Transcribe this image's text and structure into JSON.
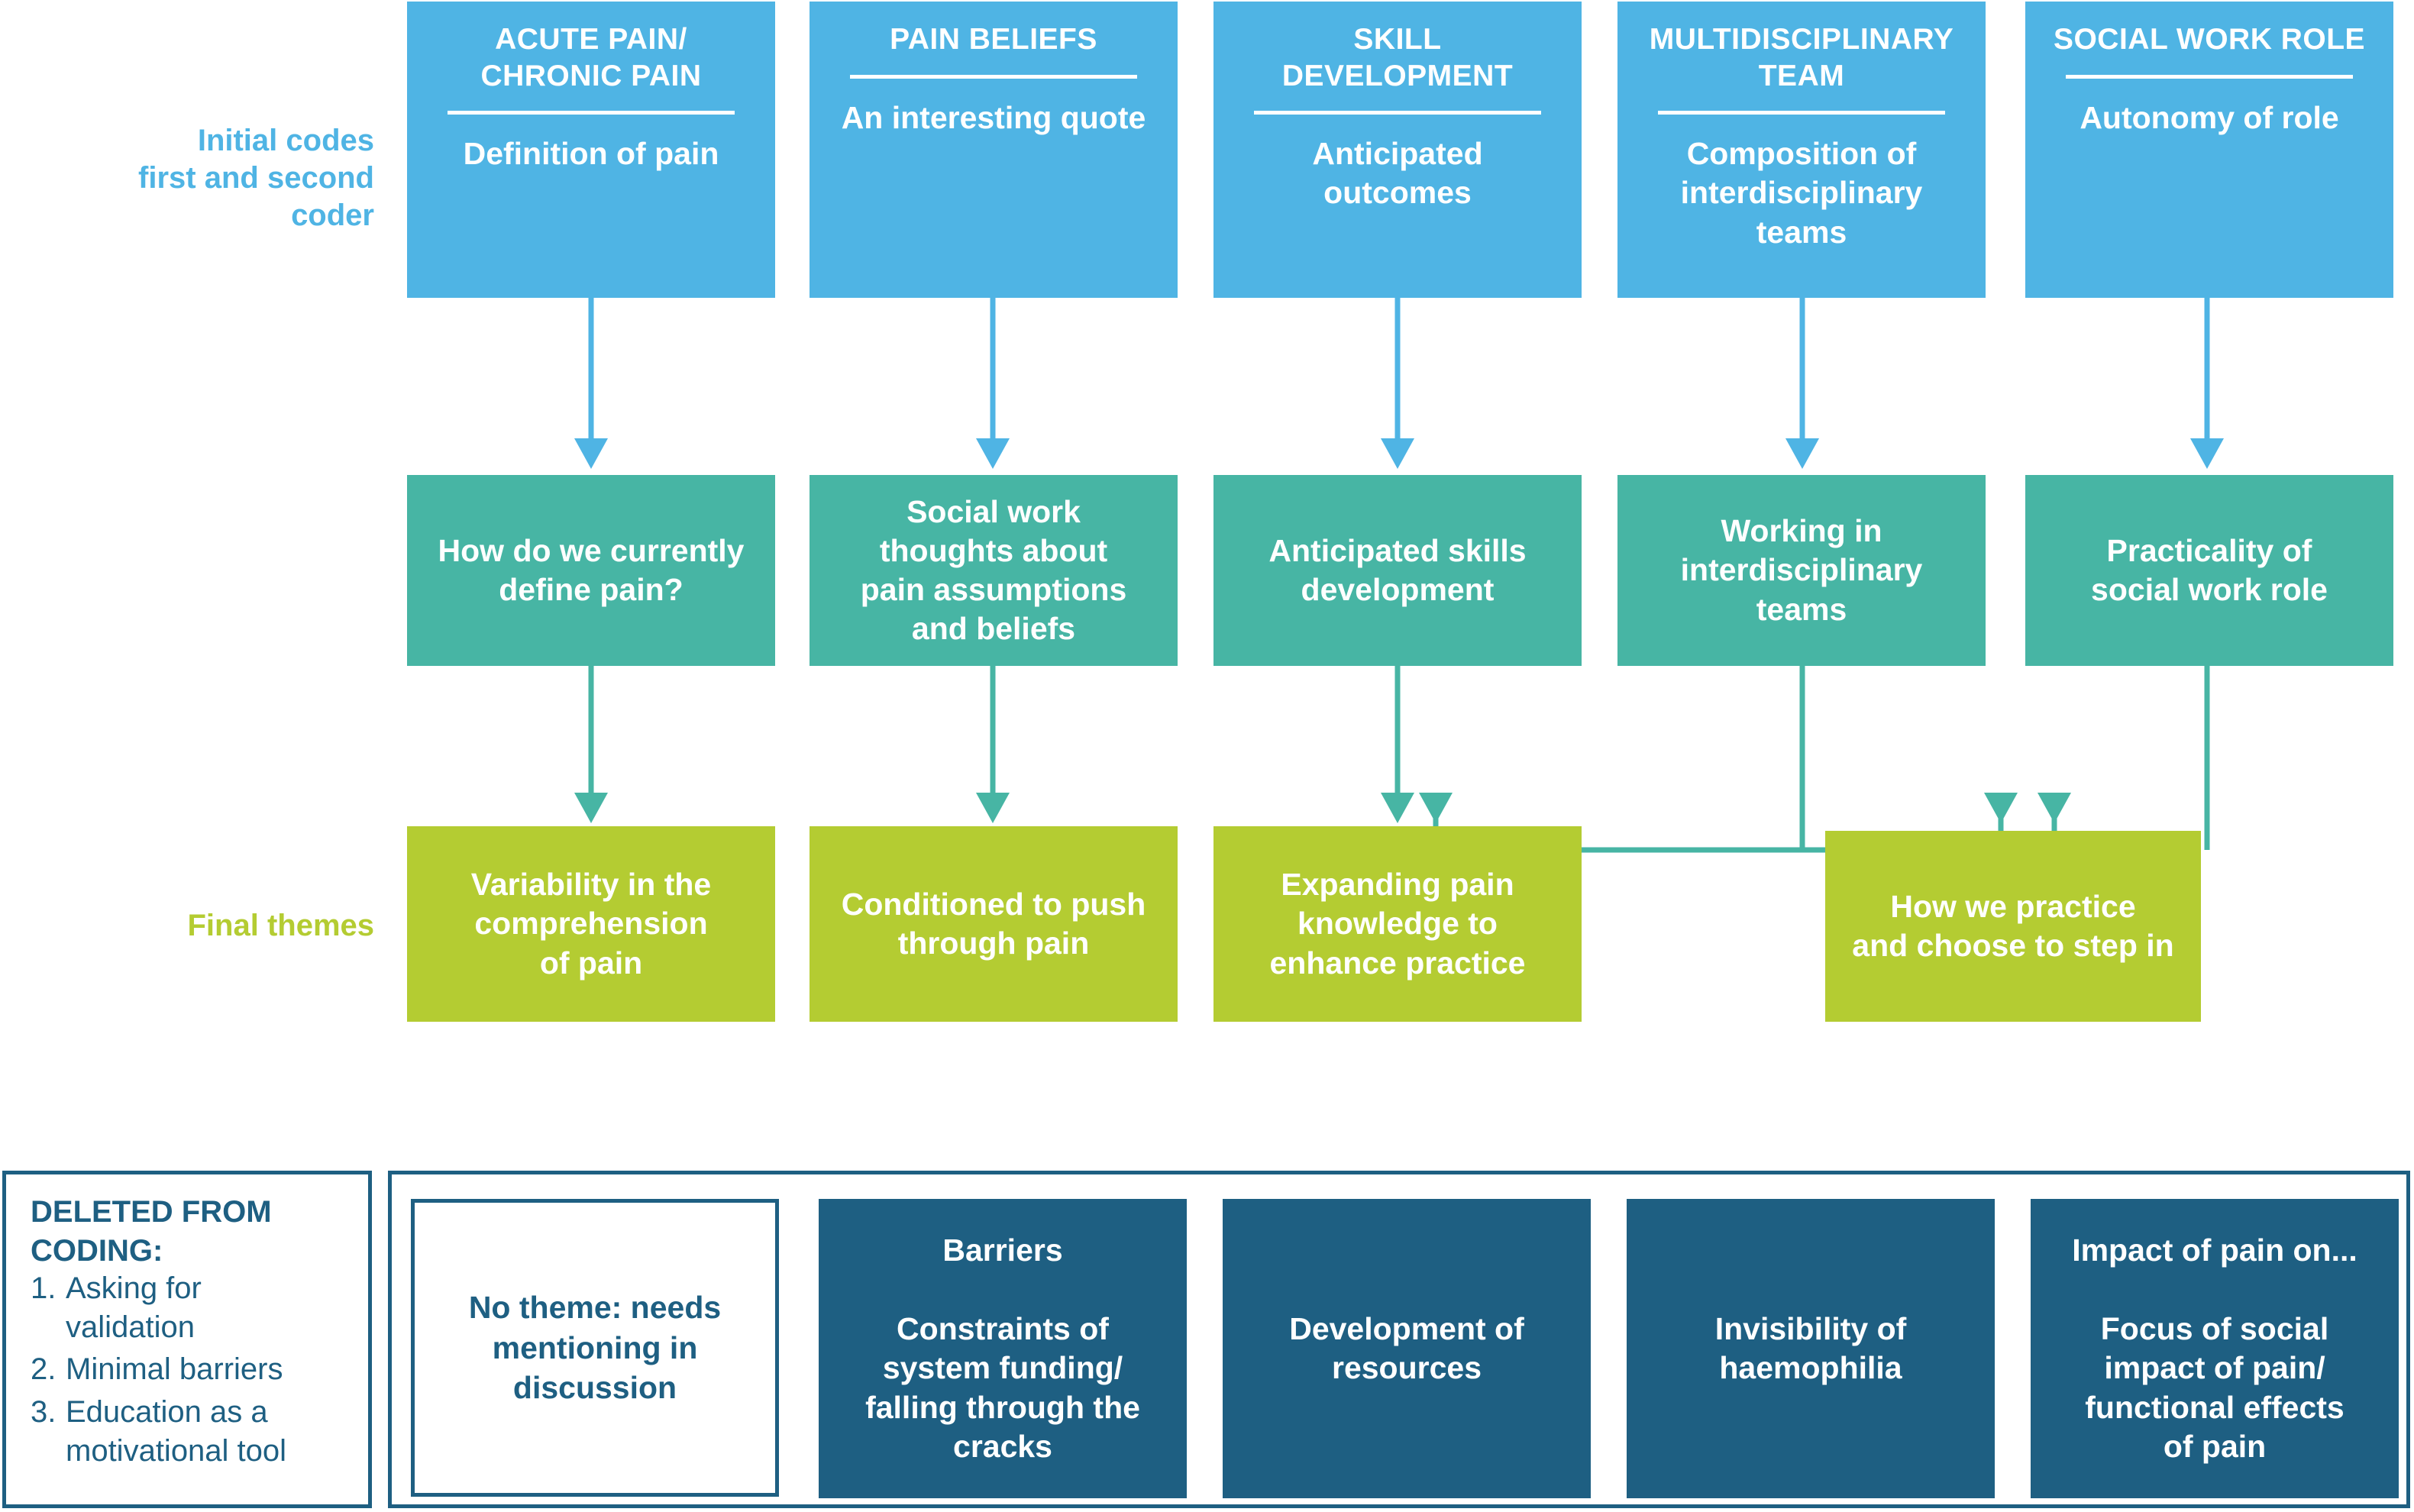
{
  "row_labels": {
    "initial_codes": "Initial codes\nfirst and second coder",
    "final_themes": "Final themes"
  },
  "colors": {
    "blue": "#4FB4E4",
    "teal": "#47B5A4",
    "green": "#B4CC32",
    "navy": "#1E5F82",
    "background": "#FFFFFF"
  },
  "initial_codes": [
    {
      "title": "ACUTE PAIN/\nCHRONIC PAIN",
      "subtitle": "Definition of pain"
    },
    {
      "title": "PAIN BELIEFS",
      "subtitle": "An interesting quote"
    },
    {
      "title": "SKILL\nDEVELOPMENT",
      "subtitle": "Anticipated\noutcomes"
    },
    {
      "title": "MULTIDISCIPLINARY\nTEAM",
      "subtitle": "Composition of\ninterdisciplinary\nteams"
    },
    {
      "title": "SOCIAL WORK ROLE",
      "subtitle": "Autonomy of role"
    }
  ],
  "sub_themes": [
    {
      "label": "How do we currently\ndefine pain?"
    },
    {
      "label": "Social work\nthoughts about\npain assumptions\nand beliefs"
    },
    {
      "label": "Anticipated skills\ndevelopment"
    },
    {
      "label": "Working in\ninterdisciplinary\nteams"
    },
    {
      "label": "Practicality of\nsocial work role"
    }
  ],
  "final_themes": [
    {
      "label": "Variability in the\ncomprehension\nof pain"
    },
    {
      "label": "Conditioned to push\nthrough pain"
    },
    {
      "label": "Expanding pain\nknowledge to\nenhance practice"
    },
    {
      "label": "How we practice\nand choose to step in"
    }
  ],
  "deleted_panel": {
    "heading": "DELETED FROM\nCODING:",
    "items": [
      {
        "num": "1.",
        "text": "Asking for\nvalidation"
      },
      {
        "num": "2.",
        "text": "Minimal barriers"
      },
      {
        "num": "3.",
        "text": "Education as a\nmotivational tool"
      }
    ]
  },
  "bottom_boxes": [
    {
      "style": "outline",
      "title": "",
      "body": "No theme: needs\nmentioning in\ndiscussion"
    },
    {
      "style": "filled",
      "title": "Barriers",
      "body": "Constraints of\nsystem funding/\nfalling through the\ncracks"
    },
    {
      "style": "filled",
      "title": "",
      "body": "Development of\nresources"
    },
    {
      "style": "filled",
      "title": "",
      "body": "Invisibility of\nhaemophilia"
    },
    {
      "style": "filled",
      "title": "Impact of pain on...",
      "body": "Focus of social\nimpact of pain/\nfunctional effects\nof pain"
    }
  ]
}
